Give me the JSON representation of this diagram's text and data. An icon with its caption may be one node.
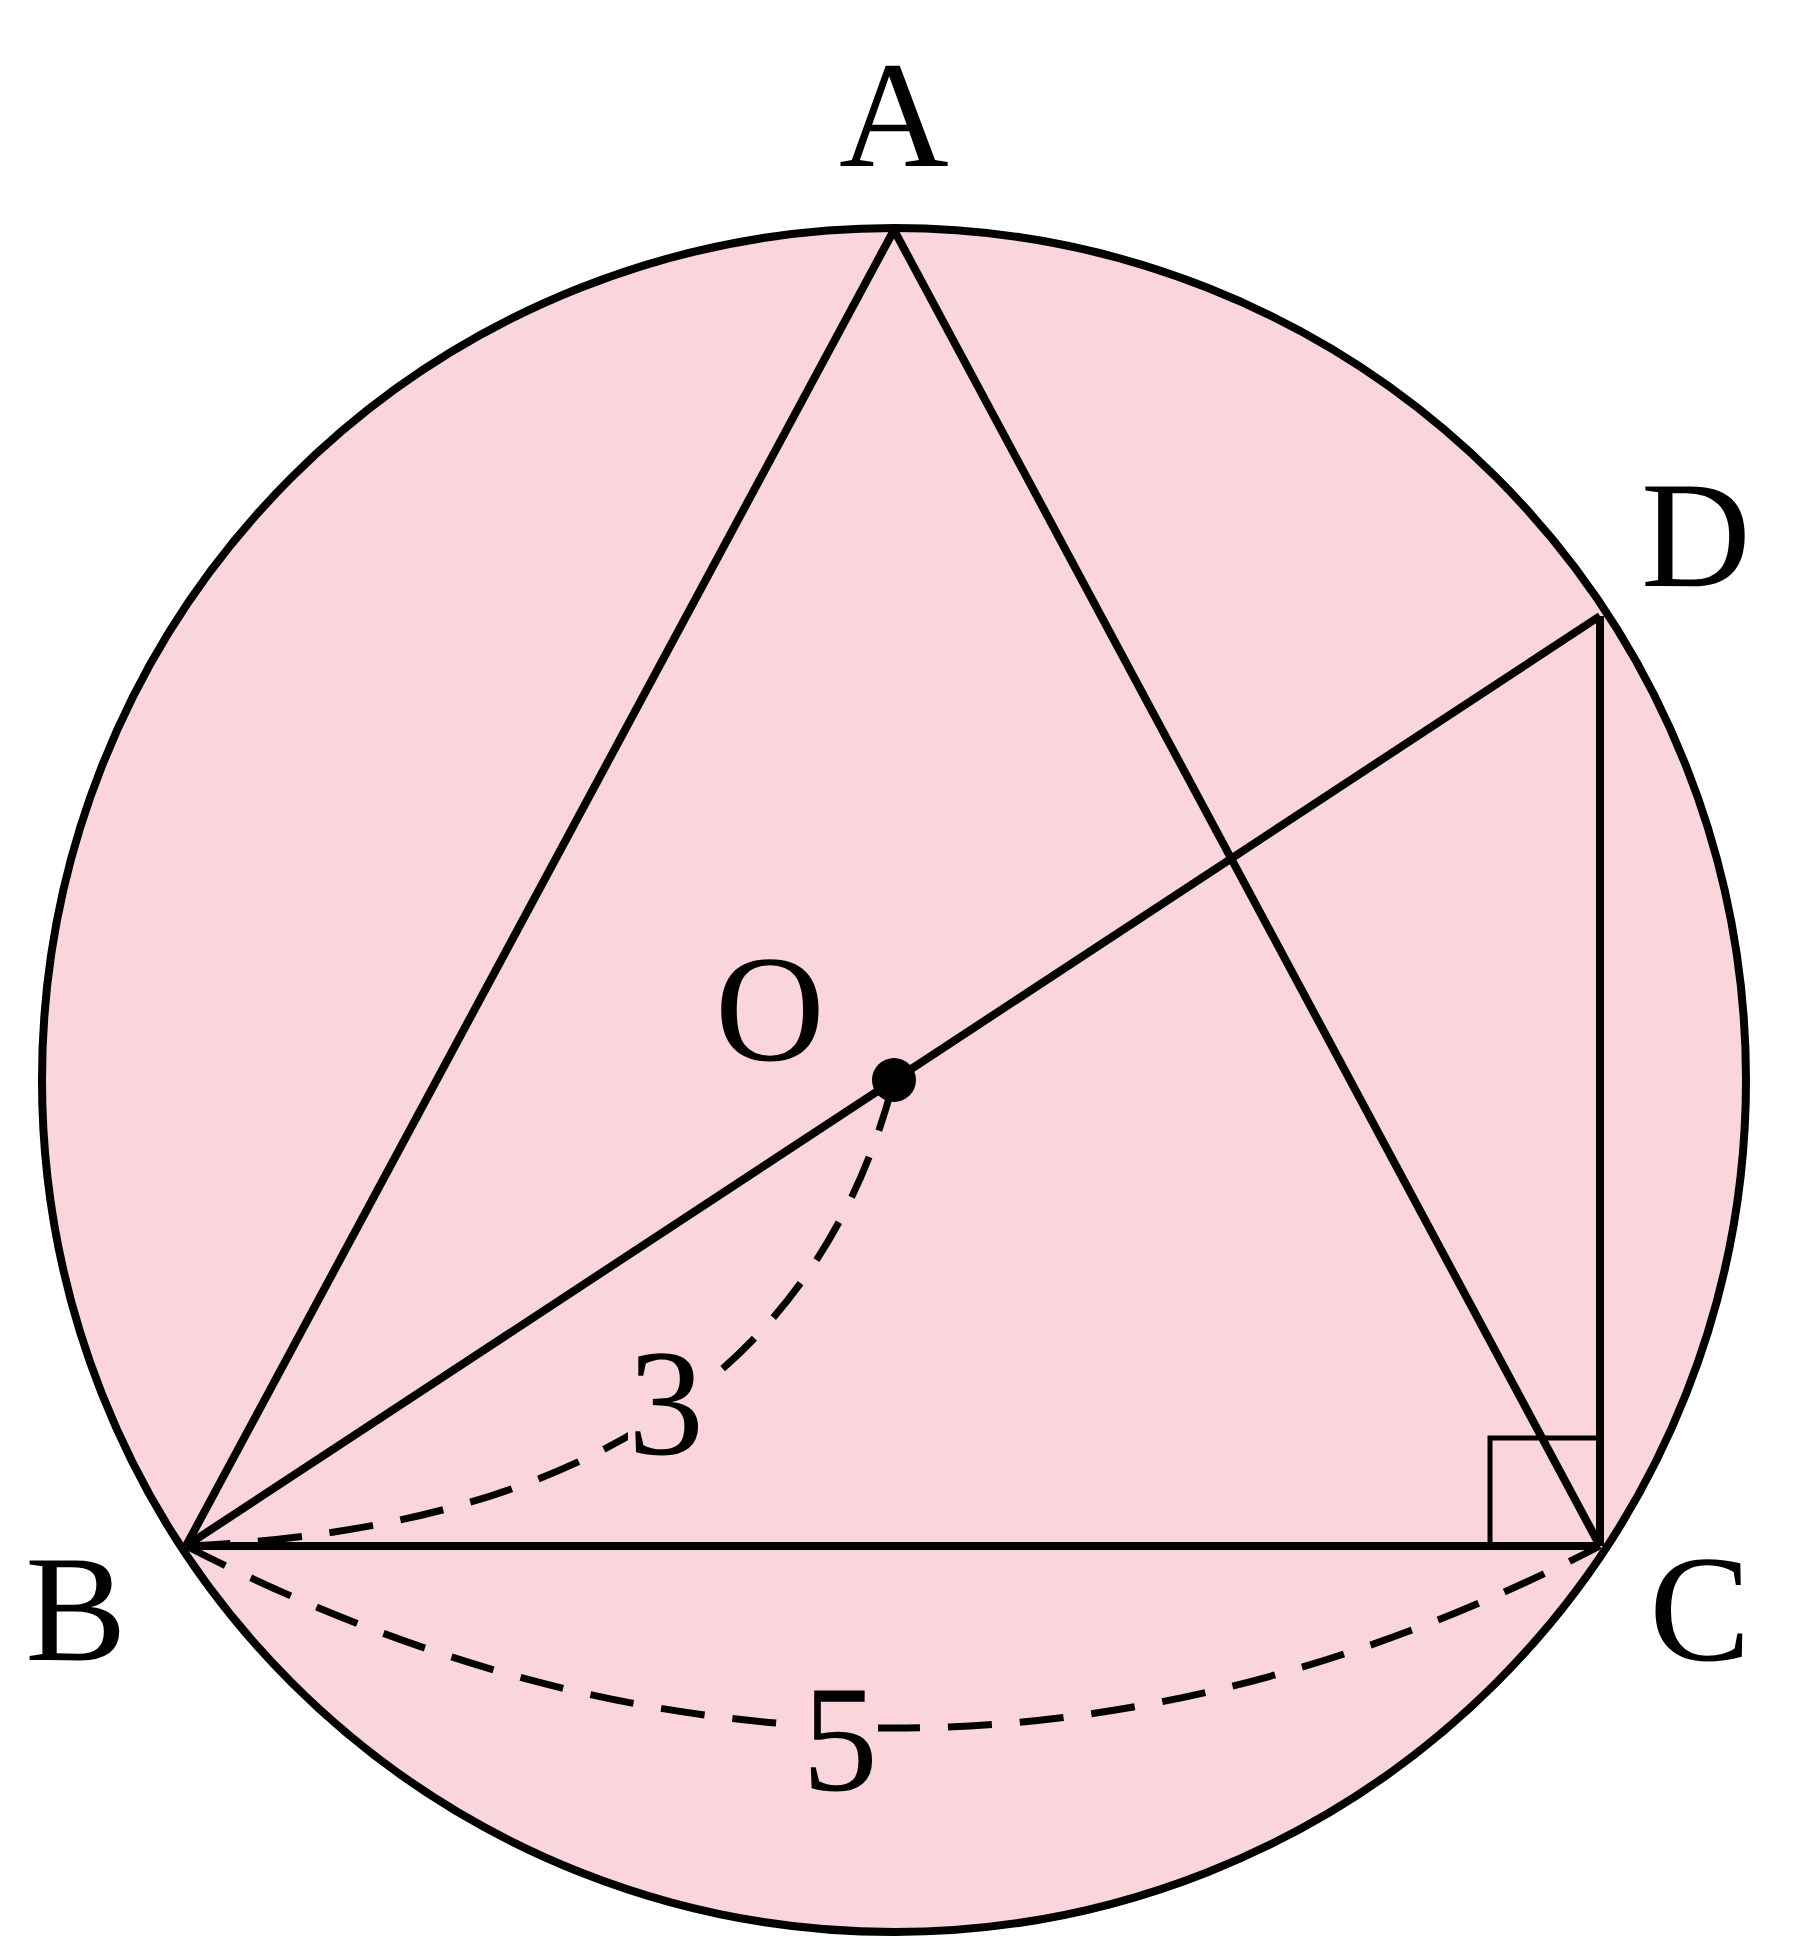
{
  "diagram": {
    "labels": [
      "A",
      "D",
      "O",
      "3",
      "B",
      "C",
      "5"
    ]
  }
}
